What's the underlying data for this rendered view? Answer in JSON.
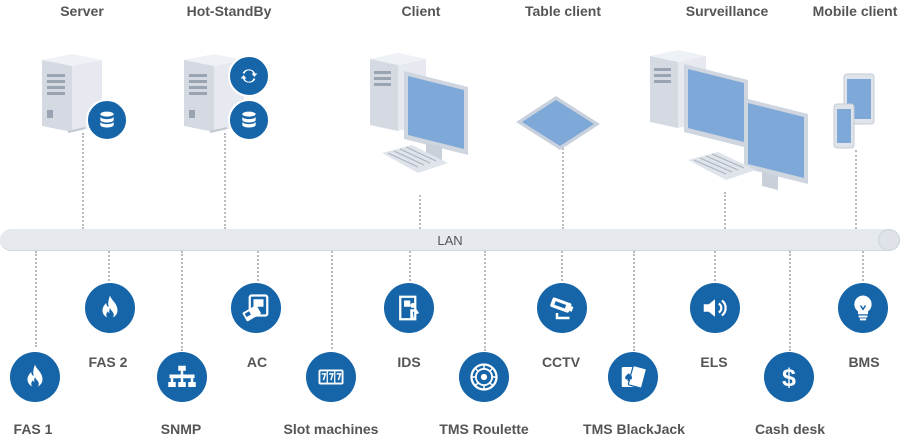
{
  "top": {
    "server": "Server",
    "hot_standby": "Hot-StandBy",
    "client": "Client",
    "table_client": "Table client",
    "surveillance": "Surveillance",
    "mobile_client": "Mobile client"
  },
  "lan": {
    "label": "LAN"
  },
  "bottom": {
    "fas1": "FAS 1",
    "fas2": "FAS 2",
    "snmp": "SNMP",
    "ac": "AC",
    "slot_machines": "Slot machines",
    "ids": "IDS",
    "tms_roulette": "TMS Roulette",
    "cctv": "CCTV",
    "tms_blackjack": "TMS BlackJack",
    "els": "ELS",
    "cash_desk": "Cash desk",
    "bms": "BMS"
  },
  "icons": {
    "fas1": "flame-icon",
    "fas2": "flame-icon",
    "snmp": "network-switch-icon",
    "ac": "access-card-icon",
    "slot_machines": "slot-777-icon",
    "ids": "door-intrusion-icon",
    "tms_roulette": "roulette-wheel-icon",
    "cctv": "security-camera-icon",
    "tms_blackjack": "playing-cards-icon",
    "els": "speaker-icon",
    "cash_desk": "dollar-icon",
    "bms": "lightbulb-icon",
    "server_db": "database-icon",
    "sync": "sync-icon"
  },
  "colors": {
    "accent": "#1565a8",
    "lan_bar": "#e6e9ee",
    "device_body": "#dde2ea",
    "screen": "#7ea8d8"
  }
}
